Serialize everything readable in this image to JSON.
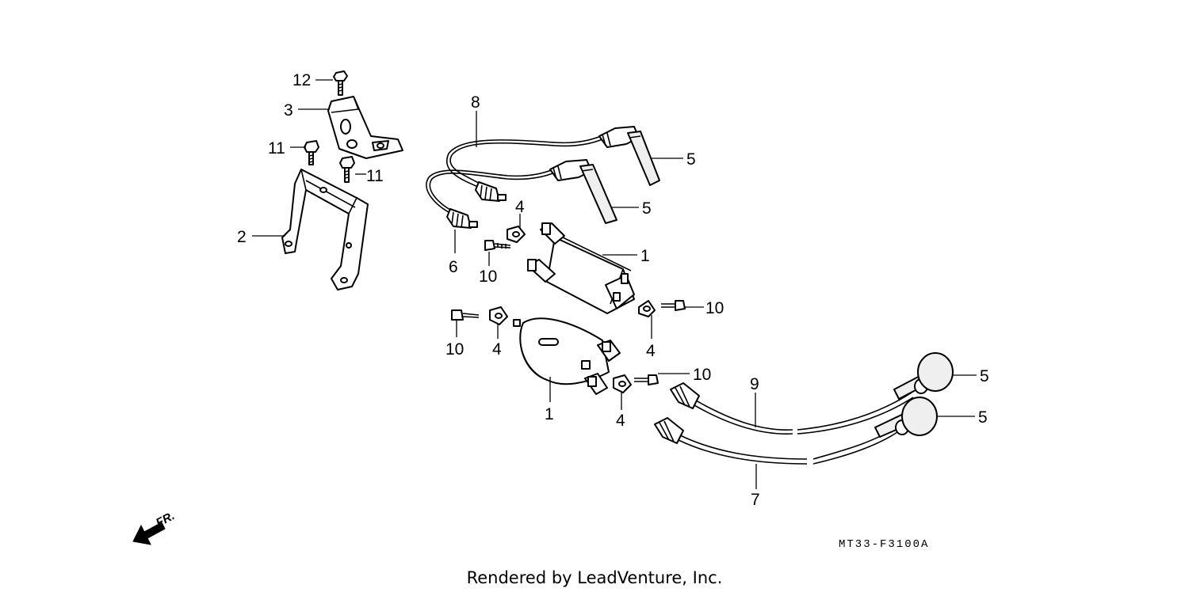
{
  "diagram": {
    "callouts": [
      {
        "id": "c12",
        "text": "12"
      },
      {
        "id": "c3",
        "text": "3"
      },
      {
        "id": "c11a",
        "text": "11"
      },
      {
        "id": "c11b",
        "text": "11"
      },
      {
        "id": "c2",
        "text": "2"
      },
      {
        "id": "c8",
        "text": "8"
      },
      {
        "id": "c5a",
        "text": "5"
      },
      {
        "id": "c5b",
        "text": "5"
      },
      {
        "id": "c4a",
        "text": "4"
      },
      {
        "id": "c6",
        "text": "6"
      },
      {
        "id": "c10a",
        "text": "10"
      },
      {
        "id": "c1a",
        "text": "1"
      },
      {
        "id": "c10b",
        "text": "10"
      },
      {
        "id": "c10c",
        "text": "10"
      },
      {
        "id": "c4b",
        "text": "4"
      },
      {
        "id": "c4c",
        "text": "4"
      },
      {
        "id": "c10d",
        "text": "10"
      },
      {
        "id": "c9",
        "text": "9"
      },
      {
        "id": "c5c",
        "text": "5"
      },
      {
        "id": "c5d",
        "text": "5"
      },
      {
        "id": "c1b",
        "text": "1"
      },
      {
        "id": "c4d",
        "text": "4"
      },
      {
        "id": "c7",
        "text": "7"
      }
    ],
    "front_arrow_label": "FR.",
    "diagram_code": "MT33-F3100A",
    "credit": "Rendered by LeadVenture, Inc."
  }
}
